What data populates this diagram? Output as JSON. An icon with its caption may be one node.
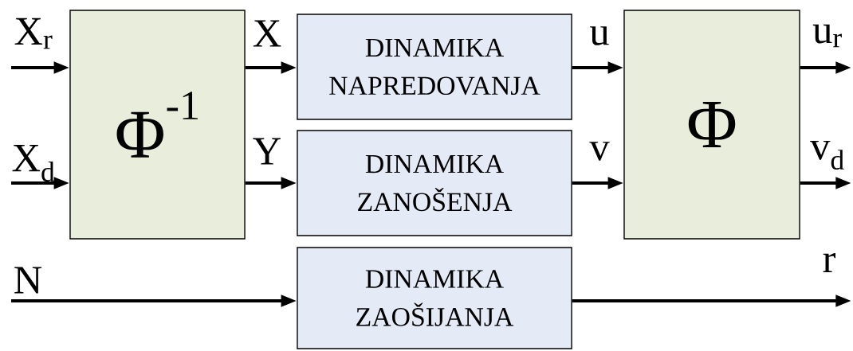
{
  "diagram": {
    "nodes": [
      {
        "text": [
          "Φ$^{-1}$"
        ]
      },
      {
        "text": [
          "DINAMIKA NAPREDOVANJA"
        ]
      },
      {
        "text": [
          "DINAMIKA ZANOŠENJA"
        ]
      },
      {
        "text": [
          "DINAMIKA ZAOŠIJANJA"
        ]
      },
      {
        "text": [
          "Φ"
        ]
      }
    ],
    "edges": [
      {
        "from": null,
        "to": 0,
        "arrow": "to",
        "label": "X$_{r}$"
      },
      {
        "from": null,
        "to": 0,
        "arrow": "to",
        "label": "X$_{d}$"
      },
      {
        "from": 0,
        "to": 1,
        "arrow": "to",
        "label": "X"
      },
      {
        "from": 0,
        "to": 2,
        "arrow": "to",
        "label": "Y"
      },
      {
        "from": 1,
        "to": 4,
        "arrow": "to",
        "label": "u"
      },
      {
        "from": 2,
        "to": 4,
        "arrow": "to",
        "label": "v"
      },
      {
        "from": 4,
        "to": null,
        "arrow": "to",
        "label": "u$_{r}$"
      },
      {
        "from": 4,
        "to": null,
        "arrow": "to",
        "label": "v$_{d}$"
      },
      {
        "from": null,
        "to": 3,
        "arrow": "to",
        "label": "N"
      },
      {
        "from": 3,
        "to": null,
        "arrow": "to",
        "label": "r"
      }
    ]
  }
}
